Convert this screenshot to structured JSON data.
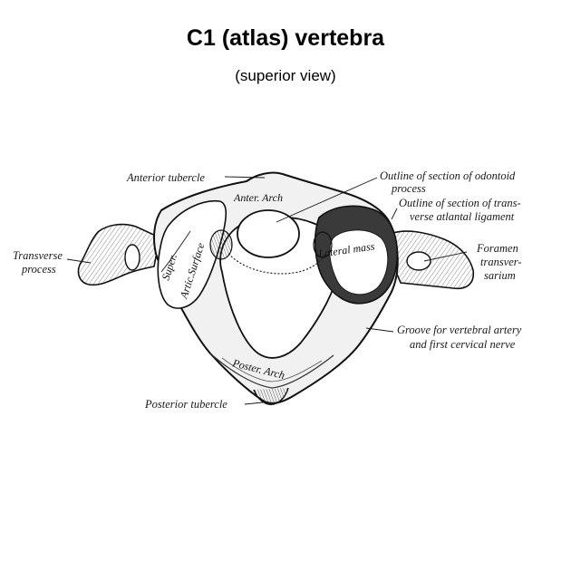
{
  "title": "C1 (atlas) vertebra",
  "subtitle": "(superior view)",
  "labels": {
    "anterior_tubercle": "Anterior tubercle",
    "outline_odontoid_1": "Outline of section of odontoid",
    "outline_odontoid_2": "process",
    "outline_ligament_1": "Outline of section of trans-",
    "outline_ligament_2": "verse atlantal ligament",
    "transverse_process_1": "Transverse",
    "transverse_process_2": "process",
    "foramen_1": "Foramen",
    "foramen_2": "transver-",
    "foramen_3": "sarium",
    "groove_1": "Groove for vertebral artery",
    "groove_2": "and first cervical nerve",
    "posterior_tubercle": "Posterior tubercle"
  },
  "bone_text": {
    "anter_arch": "Anter. Arch",
    "super": "Super.",
    "artic_surface": "Artic.Surface",
    "lateral_mass": "Lateral mass",
    "poster_arch": "Poster. Arch"
  }
}
